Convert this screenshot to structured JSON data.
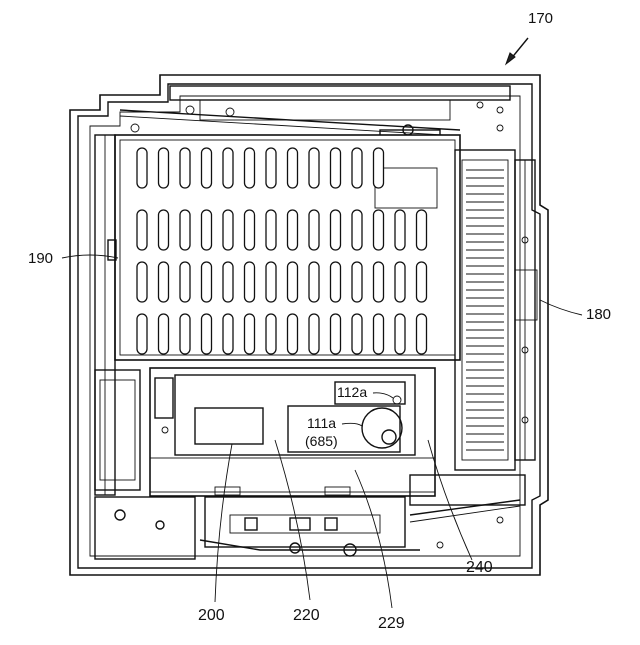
{
  "labels": {
    "ref_170": "170",
    "ref_190": "190",
    "ref_180": "180",
    "ref_112a": "112a",
    "ref_111a": "111a",
    "ref_685": "(685)",
    "ref_200": "200",
    "ref_220": "220",
    "ref_229": "229",
    "ref_240": "240"
  },
  "colors": {
    "line": "#111111",
    "background": "#ffffff"
  }
}
